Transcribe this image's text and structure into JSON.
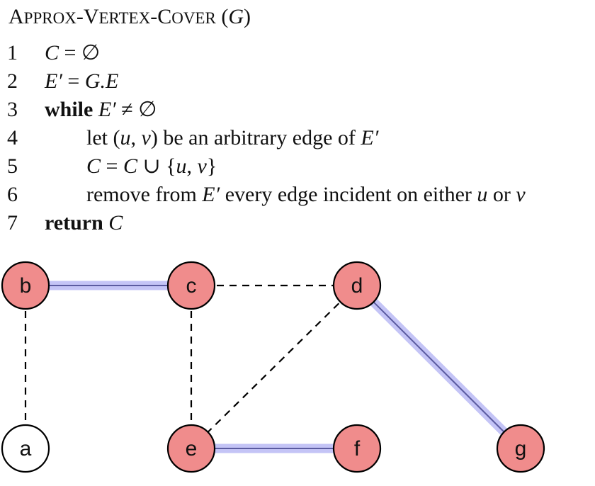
{
  "algorithm": {
    "title": {
      "name_parts": [
        {
          "text": "A",
          "size": "big"
        },
        {
          "text": "PPROX",
          "size": "small"
        },
        {
          "text": "-V",
          "size": "big"
        },
        {
          "text": "ERTEX",
          "size": "small"
        },
        {
          "text": "-C",
          "size": "big"
        },
        {
          "text": "OVER",
          "size": "small"
        }
      ],
      "open_paren": " (",
      "param": "G",
      "close_paren": ")"
    },
    "lines": [
      {
        "num": "1",
        "keyword": "",
        "text": "C = ∅"
      },
      {
        "num": "2",
        "keyword": "",
        "text": "E′ = G.E"
      },
      {
        "num": "3",
        "keyword": "while",
        "text": " E′ ≠ ∅"
      },
      {
        "num": "4",
        "keyword": "",
        "text": "let (u, v) be an arbitrary edge of E′"
      },
      {
        "num": "5",
        "keyword": "",
        "text": "C = C ∪ {u, v}"
      },
      {
        "num": "6",
        "keyword": "",
        "text": "remove from E′ every edge incident on either u or v"
      },
      {
        "num": "7",
        "keyword": "return",
        "text": " C"
      }
    ]
  },
  "graph": {
    "colors": {
      "cover_fill": "#f08c8c",
      "plain_fill": "#ffffff",
      "node_stroke": "#000000",
      "highlight": "#c4c4f6",
      "highlight_core": "#5b5ba0",
      "dashed": "#000000"
    },
    "nodes": [
      {
        "id": "a",
        "label": "a",
        "in_cover": false
      },
      {
        "id": "b",
        "label": "b",
        "in_cover": true
      },
      {
        "id": "c",
        "label": "c",
        "in_cover": true
      },
      {
        "id": "d",
        "label": "d",
        "in_cover": true
      },
      {
        "id": "e",
        "label": "e",
        "in_cover": true
      },
      {
        "id": "f",
        "label": "f",
        "in_cover": true
      },
      {
        "id": "g",
        "label": "g",
        "in_cover": true
      }
    ],
    "edges": [
      {
        "from": "b",
        "to": "c",
        "style": "selected"
      },
      {
        "from": "c",
        "to": "d",
        "style": "dashed"
      },
      {
        "from": "b",
        "to": "a",
        "style": "dashed"
      },
      {
        "from": "c",
        "to": "e",
        "style": "dashed"
      },
      {
        "from": "d",
        "to": "e",
        "style": "dashed"
      },
      {
        "from": "d",
        "to": "g",
        "style": "selected"
      },
      {
        "from": "e",
        "to": "f",
        "style": "selected"
      }
    ]
  }
}
